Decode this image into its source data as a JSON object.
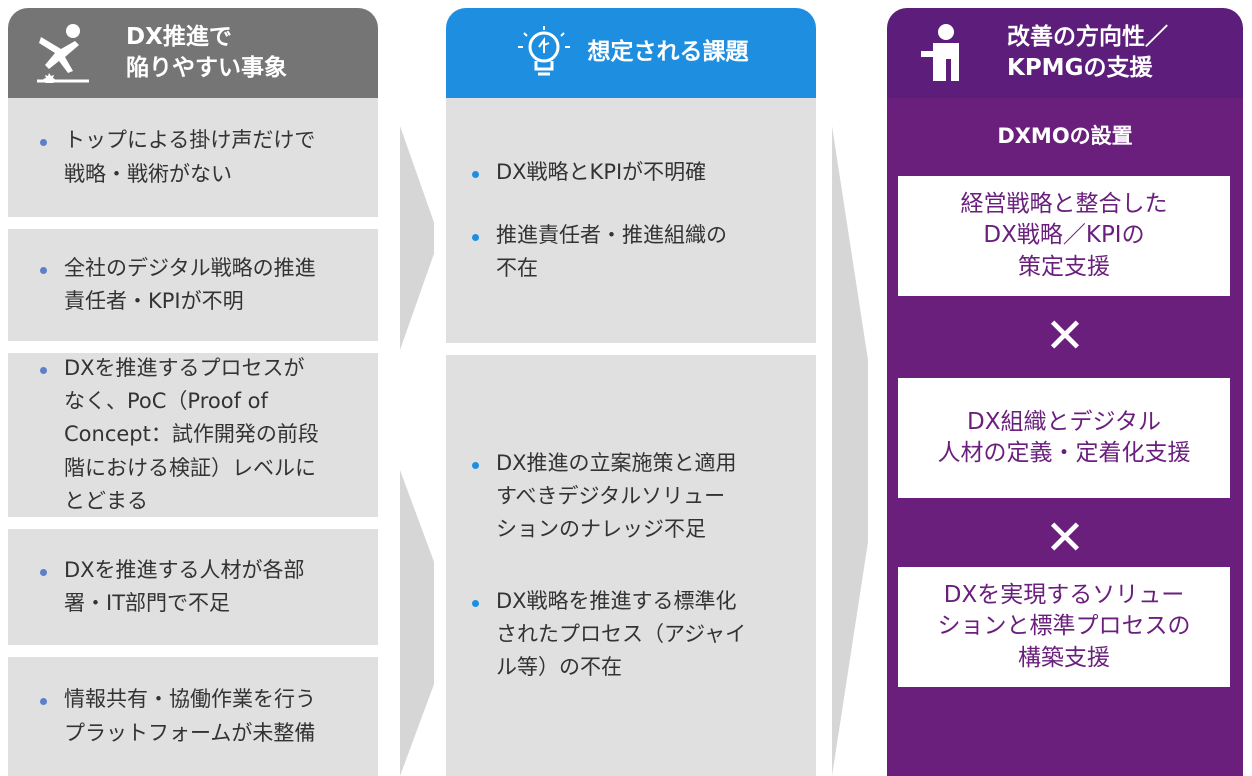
{
  "columns": {
    "pitfalls": {
      "title_line1": "DX推進で",
      "title_line2": "陥りやすい事象",
      "icon": "slipping-person-icon",
      "items": [
        [
          "トップによる掛け声だけで",
          "戦略・戦術がない"
        ],
        [
          "全社のデジタル戦略の推進",
          "責任者・KPIが不明"
        ],
        [
          "DXを推進するプロセスが",
          "なく、PoC（Proof of",
          "Concept：試作開発の前段",
          "階における検証）レベルに",
          "とどまる"
        ],
        [
          "DXを推進する人材が各部",
          "署・IT部門で不足"
        ],
        [
          "情報共有・協働作業を行う",
          "プラットフォームが未整備"
        ]
      ]
    },
    "issues": {
      "title": "想定される課題",
      "icon": "lightbulb-icon",
      "group1": [
        [
          "DX戦略とKPIが不明確"
        ],
        [
          "推進責任者・推進組織の",
          "不在"
        ]
      ],
      "group2": [
        [
          "DX推進の立案施策と適用",
          "すべきデジタルソリュー",
          "ションのナレッジ不足"
        ],
        [
          "DX戦略を推進する標準化",
          "されたプロセス（アジャイ",
          "ル等）の不在"
        ]
      ]
    },
    "improvement": {
      "title_line1": "改善の方向性／",
      "title_line2": "KPMGの支援",
      "icon": "person-icon",
      "subtitle": "DXMOの設置",
      "cross": "✕",
      "boxes": [
        [
          "経営戦略と整合した",
          "DX戦略／KPIの",
          "策定支援"
        ],
        [
          "DX組織とデジタル",
          "人材の定義・定着化支援"
        ],
        [
          "DXを実現するソリュー",
          "ションと標準プロセスの",
          "構築支援"
        ]
      ]
    }
  },
  "colors": {
    "header_grey": "#757575",
    "header_blue": "#1e8fe0",
    "header_purple": "#5c1e7a",
    "panel_purple": "#6a1f7d",
    "box_grey": "#e0e0e0",
    "bullet_blue": "#1e8fe0"
  }
}
